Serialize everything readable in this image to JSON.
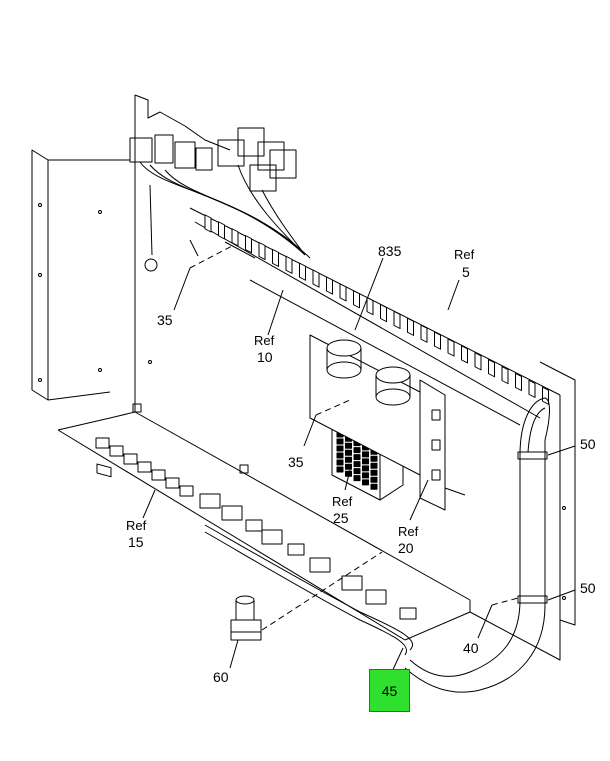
{
  "callouts": {
    "c835": "835",
    "ref5_ref": "Ref",
    "ref5_num": "5",
    "c35_left": "35",
    "ref10_ref": "Ref",
    "ref10_num": "10",
    "c50_top": "50",
    "c35_mid": "35",
    "ref25_ref": "Ref",
    "ref25_num": "25",
    "ref15_ref": "Ref",
    "ref15_num": "15",
    "ref20_ref": "Ref",
    "ref20_num": "20",
    "c50_bottom": "50",
    "c40": "40",
    "c60": "60",
    "c45": "45"
  },
  "colors": {
    "highlight": "#2fe02f",
    "line": "#000000"
  }
}
